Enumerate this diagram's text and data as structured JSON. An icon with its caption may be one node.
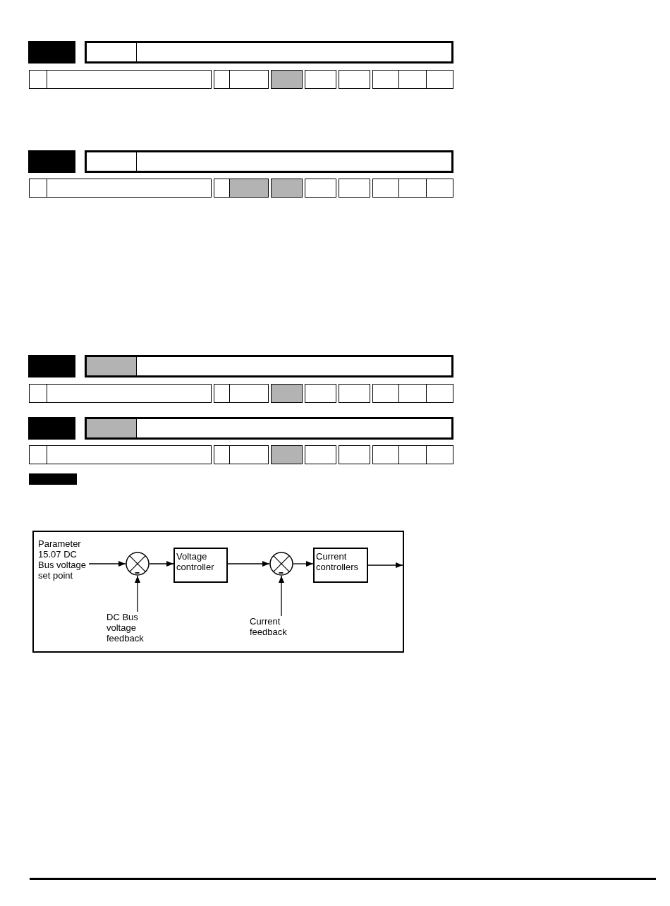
{
  "diagram": {
    "nodes": [
      {
        "text": [],
        "shape": "box"
      },
      {
        "text": [
          "Parameter 15.07 DC Bus voltage set point"
        ],
        "in": 0
      },
      {
        "text": [],
        "shape": "circle",
        "in": 0
      },
      {
        "text": [
          "Voltage controller"
        ],
        "in": 0
      },
      {
        "text": [],
        "shape": "circle",
        "in": 0
      },
      {
        "text": [
          "Current controllers"
        ],
        "in": 0
      },
      {
        "text": [
          "DC Bus voltage feedback"
        ],
        "in": 0
      },
      {
        "text": [
          "Current feedback"
        ],
        "in": 0
      }
    ],
    "edges": [
      {
        "from": 1,
        "to": 2,
        "arrow": "to"
      },
      {
        "from": 6,
        "to": 2,
        "arrow": "to"
      },
      {
        "from": 2,
        "to": 3,
        "arrow": "to"
      },
      {
        "from": 3,
        "to": 4,
        "arrow": "to"
      },
      {
        "from": 7,
        "to": 4,
        "arrow": "to"
      },
      {
        "from": 4,
        "to": 5,
        "arrow": "to"
      },
      {
        "from": 5,
        "to": 0,
        "arrow": "to"
      }
    ]
  }
}
